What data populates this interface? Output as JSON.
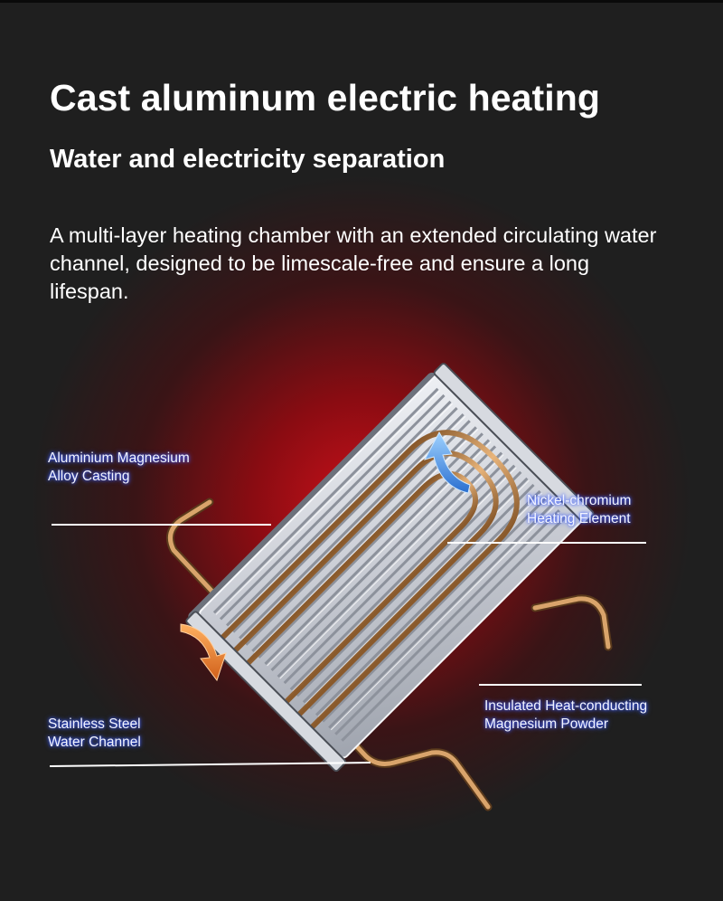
{
  "header": {
    "title": "Cast aluminum electric heating",
    "subtitle": "Water and electricity separation",
    "description": "A multi-layer heating chamber with an extended circulating water channel, designed to be limescale-free and ensure a long lifespan."
  },
  "diagram": {
    "labels": {
      "alloy": [
        "Aluminium Magnesium",
        "Alloy Casting"
      ],
      "nickel": [
        "Nickel-chromium",
        "Heating Element"
      ],
      "powder": [
        "Insulated Heat-conducting",
        "Magnesium Powder"
      ],
      "steel": [
        "Stainless Steel",
        "Water Channel"
      ]
    },
    "colors": {
      "background": "#1f1f1f",
      "glow": "#c8101a",
      "label_glow": "#4a6bff",
      "copper": "#c8935a",
      "arrow_up": "#5aa8e8",
      "arrow_down": "#e88a3a"
    }
  }
}
